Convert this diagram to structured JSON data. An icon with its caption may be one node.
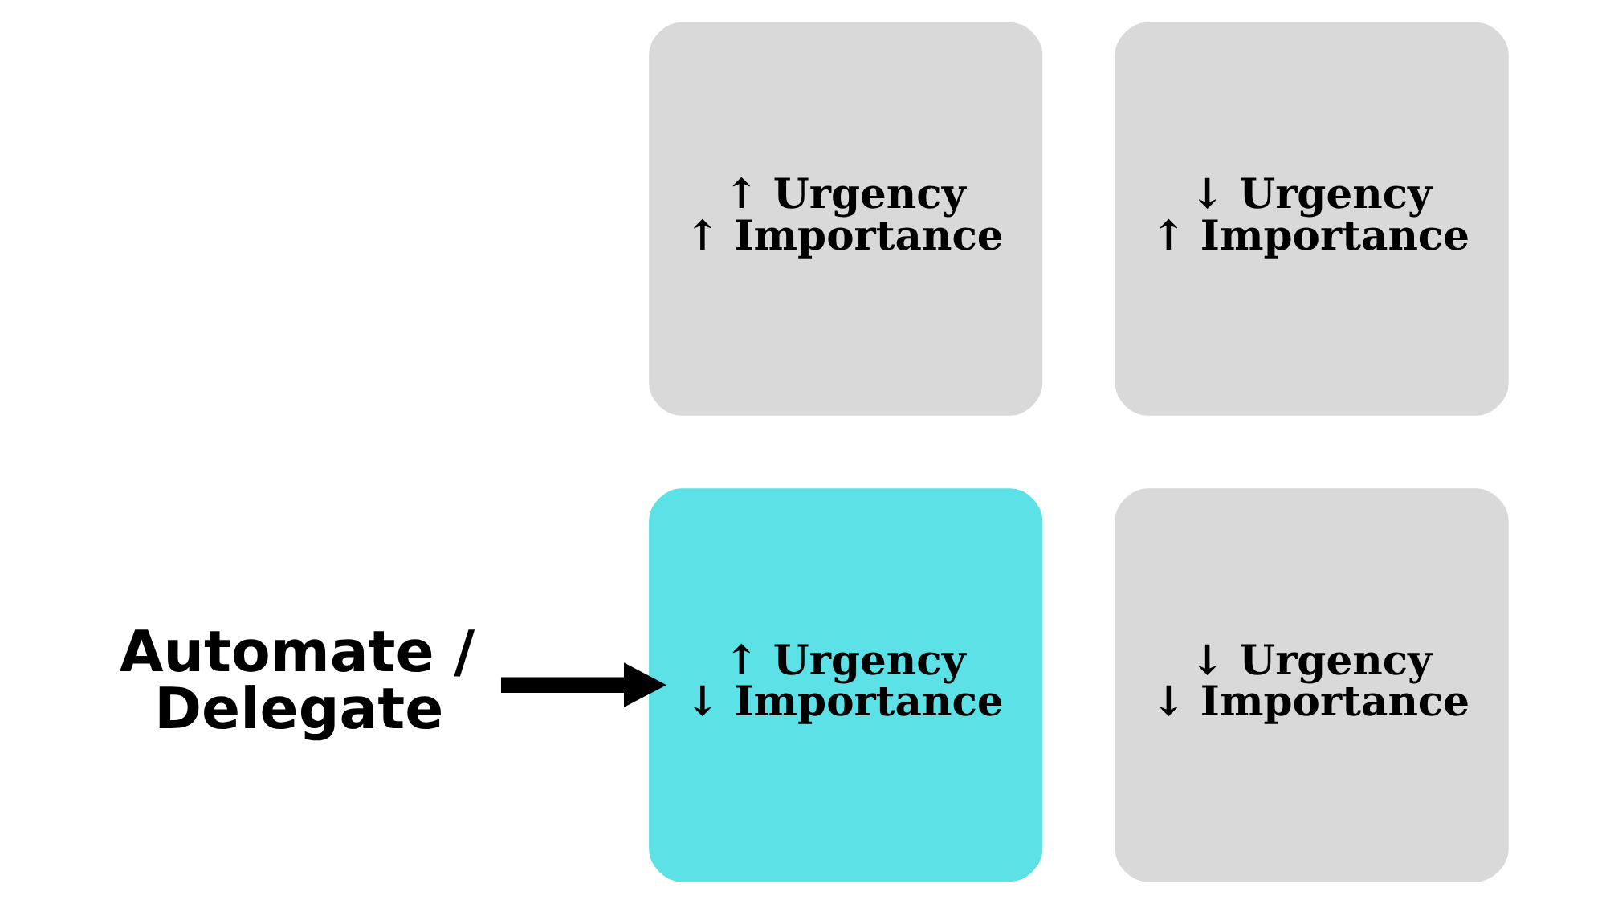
{
  "diagram": {
    "nodes": [
      {
        "text": [
          "↑ Urgency ↑ Importance"
        ]
      },
      {
        "text": [
          "↓ Urgency ↑ Importance"
        ]
      },
      {
        "text": [
          "Automate / Delegate"
        ]
      },
      {
        "text": [
          "↑ Urgency ↓ Importance"
        ]
      },
      {
        "text": [
          "↓ Urgency ↓ Importance"
        ]
      }
    ],
    "edges": [
      {
        "from": 2,
        "to": 3,
        "arrow": "to"
      }
    ]
  }
}
